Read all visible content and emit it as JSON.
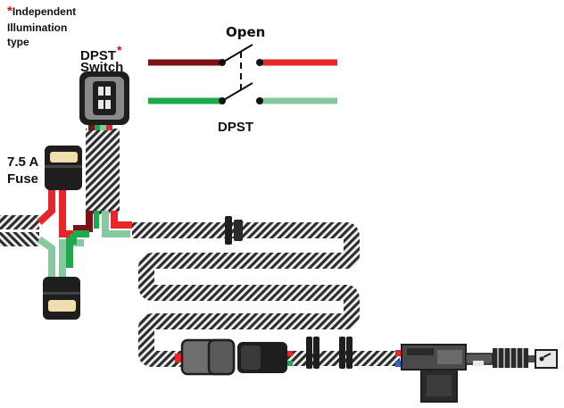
{
  "note": {
    "asterisk": "*",
    "line1": "Independent",
    "line2": "Illumination",
    "line3": "type"
  },
  "switch_label": {
    "line1": "DPST",
    "line2": "Switch",
    "asterisk": "*"
  },
  "fuse_label": {
    "line1": "7.5 A",
    "line2": "Fuse"
  },
  "schematic": {
    "state_label": "Open",
    "type_label": "DPST"
  },
  "colors": {
    "dark_red_wire": "#7a1218",
    "red_wire": "#e8262a",
    "green_wire": "#1fa84e",
    "light_green_wire": "#86c9a0",
    "harness": "#3a3a3a",
    "fuse_cap": "#f0deae",
    "component": "#1e1e1e"
  },
  "icons": {
    "switch": "rocker-switch-icon",
    "fuse": "blade-fuse-icon",
    "actuator": "door-lock-actuator-icon"
  }
}
